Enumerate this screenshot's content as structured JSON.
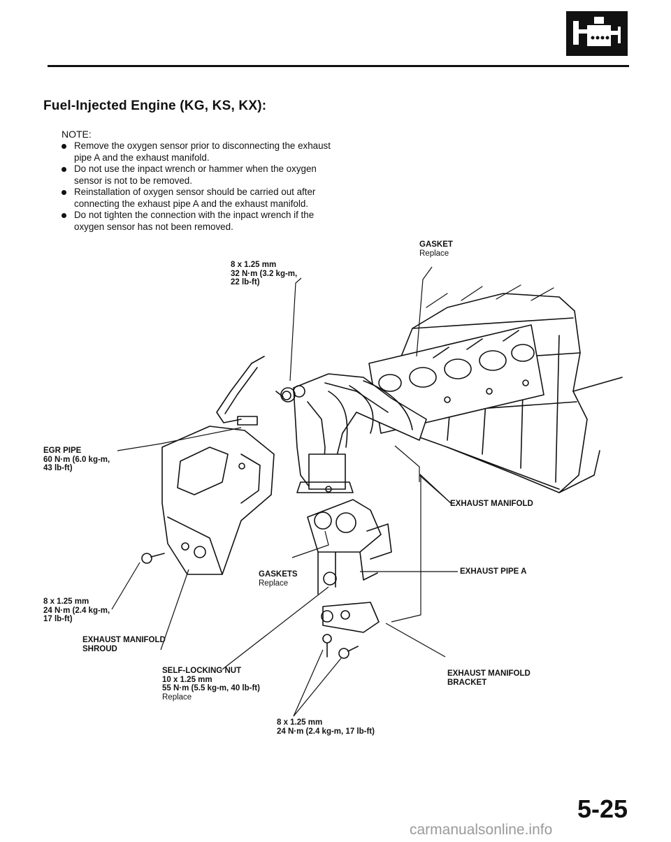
{
  "header": {
    "icon_name": "engine-section-icon",
    "page_number": "5-25"
  },
  "section": {
    "title": "Fuel-Injected Engine (KG, KS, KX):",
    "note_label": "NOTE:",
    "notes": [
      "Remove the oxygen sensor prior to disconnecting the exhaust pipe A and the exhaust manifold.",
      "Do not use the inpact wrench or hammer when the oxygen sensor is not to be removed.",
      "Reinstallation of oxygen sensor should be carried out after connecting the exhaust pipe A and the exhaust manifold.",
      "Do not tighten the connection with the inpact wrench if the oxygen sensor has not been removed."
    ]
  },
  "callouts": {
    "gasket_top": {
      "name": "GASKET",
      "note": "Replace"
    },
    "bolt_top": {
      "size": "8 x 1.25 mm",
      "torque_1": "32 N·m (3.2 kg-m,",
      "torque_2": "22 lb-ft)"
    },
    "egr_pipe": {
      "name": "EGR PIPE",
      "torque_1": "60 N·m (6.0 kg-m,",
      "torque_2": "43 lb-ft)"
    },
    "exhaust_manifold": {
      "name": "EXHAUST MANIFOLD"
    },
    "exhaust_pipe_a": {
      "name": "EXHAUST PIPE A"
    },
    "gaskets": {
      "name": "GASKETS",
      "note": "Replace"
    },
    "bolt_left": {
      "size": "8 x 1.25 mm",
      "torque_1": "24 N·m (2.4 kg-m,",
      "torque_2": "17 lb-ft)"
    },
    "shroud": {
      "line_1": "EXHAUST MANIFOLD",
      "line_2": "SHROUD"
    },
    "self_locking_nut": {
      "name": "SELF-LOCKING NUT",
      "size": "10 x 1.25 mm",
      "torque": "55 N·m (5.5 kg-m, 40 lb-ft)",
      "note": "Replace"
    },
    "bracket": {
      "line_1": "EXHAUST MANIFOLD",
      "line_2": "BRACKET"
    },
    "bolt_bottom": {
      "size": "8 x 1.25 mm",
      "torque": "24 N·m (2.4 kg-m, 17 lb-ft)"
    }
  },
  "footer": {
    "watermark": "carmanualsonline.info"
  }
}
